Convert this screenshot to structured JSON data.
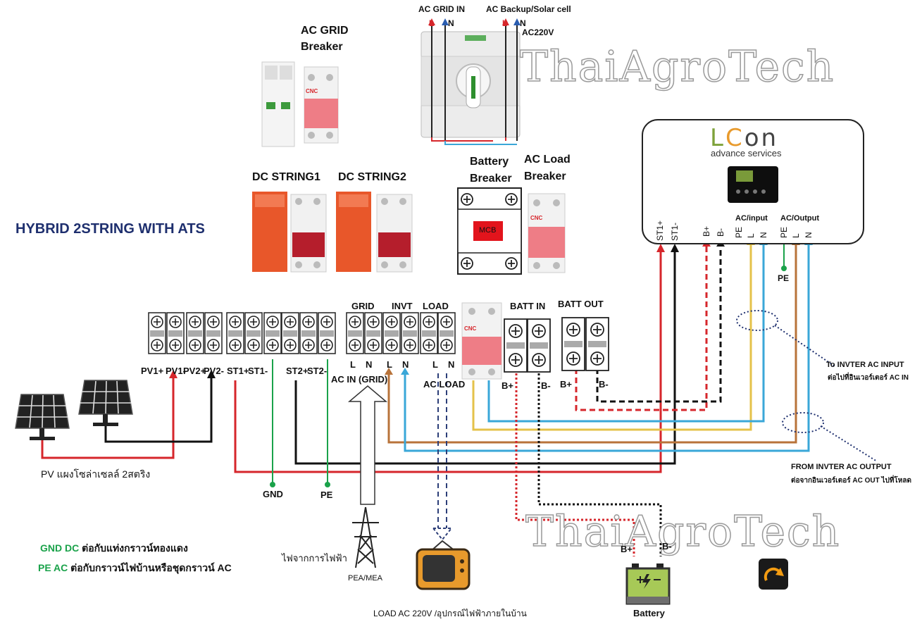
{
  "title": "HYBRID 2STRING WITH ATS",
  "watermark": "ThaiAgroTech",
  "ats": {
    "grid_in_label": "AC GRID IN",
    "backup_label": "AC Backup/Solar cell",
    "voltage": "AC220V",
    "grid_L": "L",
    "grid_N": "N",
    "backup_L": "L",
    "backup_N": "N"
  },
  "breakers": {
    "ac_grid_line1": "AC GRID",
    "ac_grid_line2": "Breaker",
    "dc_string1": "DC STRING1",
    "dc_string2": "DC STRING2",
    "battery_line1": "Battery",
    "battery_line2": "Breaker",
    "ac_load_line1": "AC Load",
    "ac_load_line2": "Breaker",
    "mcb": "MCB",
    "brand": "CNC"
  },
  "inverter": {
    "brand_l": "L",
    "brand_c": "C",
    "brand_on": "on",
    "subtitle": "advance services",
    "terminals": [
      "ST1+",
      "ST1-",
      "B+",
      "B-",
      "PE",
      "L",
      "N",
      "PE",
      "L",
      "N"
    ],
    "ac_input": "AC/input",
    "ac_output": "AC/Output",
    "pe": "PE"
  },
  "terminal_block": {
    "pv_labels": [
      "PV1+",
      "PV1-",
      "PV2+",
      "PV2-"
    ],
    "st1_labels": [
      "ST1+",
      "ST1-"
    ],
    "st2_labels": [
      "ST2+",
      "ST2-"
    ],
    "grid": "GRID",
    "invt": "INVT",
    "load": "LOAD",
    "ln": [
      "L",
      "N",
      "L",
      "N",
      "L",
      "N"
    ],
    "ac_in_grid": "AC IN (GRID)",
    "ac_load": "AC LOAD",
    "batt_in": "BATT IN",
    "batt_out": "BATT OUT",
    "b_plus": "B+",
    "b_minus": "B-"
  },
  "bottom": {
    "pv_caption": "PV แผงโซล่าเซลล์ 2สตริง",
    "gnd": "GND",
    "pe": "PE",
    "gnd_note_key": "GND DC",
    "gnd_note": "ต่อกับแท่งกราวน์ทองแดง",
    "pe_note_key": "PE AC",
    "pe_note": "ต่อกับกราวน์ไฟบ้านหรือชุดกราวน์ AC",
    "grid_source": "ไฟจากการไฟฟ้า",
    "pea": "PEA/MEA",
    "load_caption": "LOAD AC 220V /อุปกรณ์ไฟฟ้าภายในบ้าน",
    "battery": "Battery",
    "batt_plus": "B+",
    "batt_minus": "B-"
  },
  "notes": {
    "to_inverter": "To INVTER AC INPUT",
    "to_inverter_th": "ต่อไปที่อินเวอร์เตอร์ AC IN",
    "from_inverter": "FROM INVTER AC OUTPUT",
    "from_inverter_th": "ต่อจากอินเวอร์เตอร์ AC OUT ไปที่โหลด"
  },
  "colors": {
    "title": "#1e2f6e",
    "red": "#d6262b",
    "black": "#111111",
    "yellow": "#e4c24a",
    "cyan": "#3aa7d8",
    "brown": "#b8733a",
    "green": "#1aa24a",
    "breaker_orange": "#e8572a",
    "breaker_pink": "#ee7d86"
  }
}
